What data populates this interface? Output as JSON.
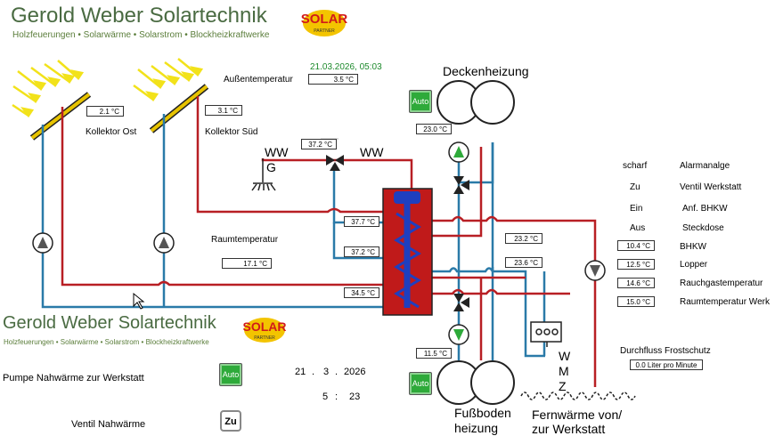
{
  "header": {
    "company": "Gerold Weber Solartechnik",
    "tagline": "Holzfeuerungen • Solarwärme • Solarstrom • Blockheizkraftwerke",
    "logo_text": "SOLAR",
    "logo_sub": "PARTNER"
  },
  "footer_header": {
    "company": "Gerold Weber Solartechnik",
    "tagline": "Holzfeuerungen • Solarwärme • Solarstrom • Blockheizkraftwerke",
    "logo_text": "SOLAR",
    "logo_sub": "PARTNER"
  },
  "datetime": "21.03.2026, 05:03",
  "labels": {
    "aussentemperatur": "Außentemperatur",
    "kollektor_ost": "Kollektor Ost",
    "kollektor_sued": "Kollektor Süd",
    "raumtemperatur": "Raumtemperatur",
    "ww_left": "WW",
    "ww_g": "G",
    "ww_right": "WW",
    "deckenheizung": "Deckenheizung",
    "fussboden_1": "Fußboden",
    "fussboden_2": "heizung",
    "fernwaerme_1": "Fernwärme von/",
    "fernwaerme_2": "zur Werkstatt",
    "wmz_w": "W",
    "wmz_m": "M",
    "wmz_z": "Z",
    "durchfluss": "Durchfluss Frostschutz"
  },
  "values": {
    "aussentemp": "3.5 °C",
    "kollektor_ost": "2.1 °C",
    "kollektor_sued": "3.1 °C",
    "ww_temp": "37.2 °C",
    "decken_temp": "23.0 °C",
    "speicher_1": "37.7 °C",
    "speicher_2": "37.2 °C",
    "speicher_3": "34.5 °C",
    "raumtemp": "17.1 °C",
    "vorlauf_1": "23.2 °C",
    "vorlauf_2": "23.6 °C",
    "fussboden_temp": "11.5 °C",
    "durchfluss": "0.0 Liter pro Minute"
  },
  "status": [
    {
      "state": "scharf",
      "label": "Alarmanalge"
    },
    {
      "state": "Zu",
      "label": "Ventil Werkstatt"
    },
    {
      "state": "Ein",
      "label": "Anf. BHKW"
    },
    {
      "state": "Aus",
      "label": "Steckdose"
    }
  ],
  "readings": [
    {
      "value": "10.4 °C",
      "label": "BHKW"
    },
    {
      "value": "12.5 °C",
      "label": "Lopper"
    },
    {
      "value": "14.6 °C",
      "label": "Rauchgastemperatur"
    },
    {
      "value": "15.0 °C",
      "label": "Raumtemperatur Werk"
    }
  ],
  "controls": {
    "auto_label": "Auto",
    "zu_label": "Zu",
    "pumpe_label": "Pumpe  Nahwärme zur Werkstatt",
    "ventil_label": "Ventil Nahwärme",
    "date_day": "21",
    "date_month": "3",
    "date_year": "2026",
    "date_sep1": ".",
    "date_sep2": ".",
    "time_hour": "5",
    "time_sep": ":",
    "time_min": "23"
  },
  "colors": {
    "hot": "#b81f24",
    "cold": "#2a7aa8",
    "brand": "#4a6b42",
    "auto_green": "#2eaa3a",
    "tank": "#c01a1a",
    "coil": "#1f3fbf"
  }
}
